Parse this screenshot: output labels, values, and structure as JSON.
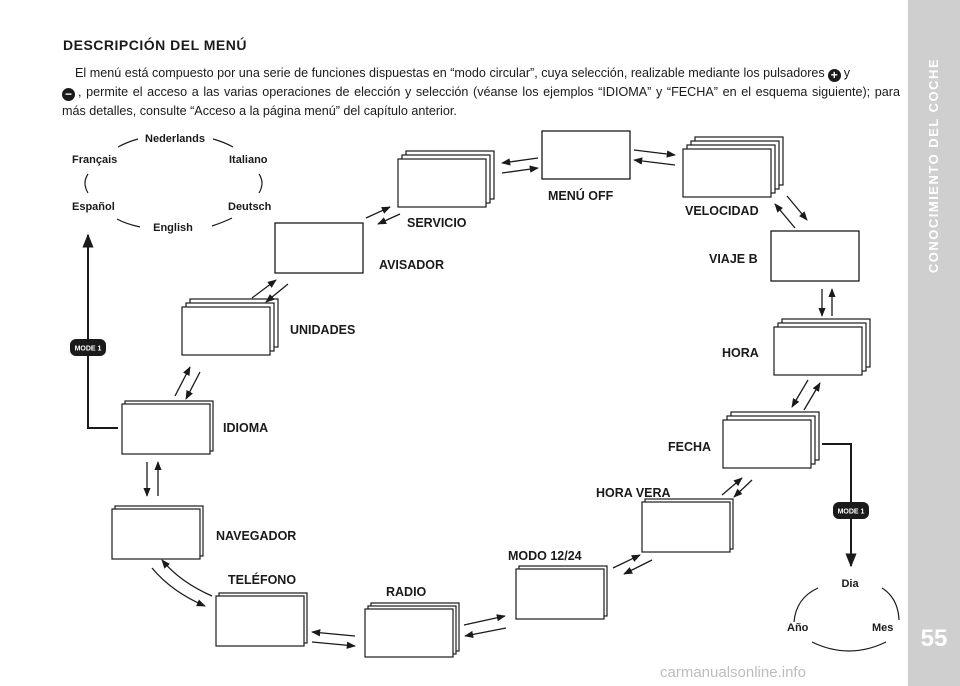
{
  "side_tab": {
    "title": "CONOCIMIENTO DEL COCHE",
    "page_number": "55"
  },
  "section": {
    "heading": "DESCRIPCIÓN DEL MENÚ",
    "intro_1": "El menú está compuesto por una serie de funciones dispuestas en “modo circular”, cuya selección, realizable mediante los pulsadores",
    "intro_y": "y",
    "intro_2": ", permite el acceso a las varias operaciones de elección y selección (véanse los ejemplos “IDIOMA” y “FECHA” en el esquema siguiente); para más detalles, consulte “Acceso a la página menú” del capítulo anterior."
  },
  "menu_items": {
    "menu_off": "MENÚ OFF",
    "velocidad": "VELOCIDAD",
    "viaje_b": "VIAJE B",
    "hora": "HORA",
    "fecha": "FECHA",
    "hora_vera": "HORA VERA",
    "modo_12_24": "MODO 12/24",
    "radio": "RADIO",
    "telefono": "TELÉFONO",
    "navegador": "NAVEGADOR",
    "idioma": "IDIOMA",
    "unidades": "UNIDADES",
    "avisador": "AVISADOR",
    "servicio": "SERVICIO"
  },
  "languages": [
    "Nederlands",
    "Français",
    "Italiano",
    "Español",
    "Deutsch",
    "English"
  ],
  "date_fields": [
    "Dia",
    "Año",
    "Mes"
  ],
  "mode_button": "MODE 1",
  "watermark": "carmanualsonline.info",
  "colors": {
    "ink": "#1a1a1a",
    "tab_gray": "#cfcfcf"
  }
}
